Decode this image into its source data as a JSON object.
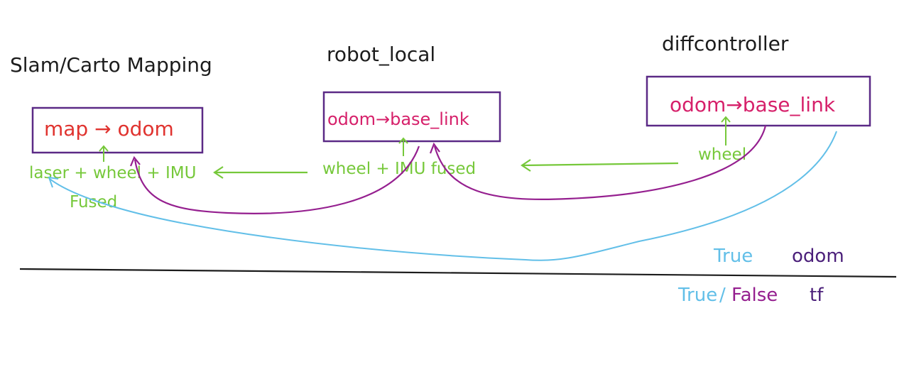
{
  "colors": {
    "box_border": "#5b2a86",
    "red": "#e0332f",
    "pink": "#d6206a",
    "green": "#76c83a",
    "purple": "#951f8f",
    "blue": "#62bfe8",
    "dark_purple": "#4b1f7a",
    "black": "#1c1c1c"
  },
  "nodes": {
    "slam": {
      "title": "Slam/Carto Mapping",
      "box_text": "map → odom",
      "source_line1": "laser + wheel + IMU",
      "source_line2": "Fused"
    },
    "robot_local": {
      "title": "robot_local",
      "box_text": "odom→base_link",
      "source": "wheel + IMU fused"
    },
    "diffcontroller": {
      "title": "diffcontroller",
      "box_text": "odom→base_link",
      "source": "wheel"
    }
  },
  "legend": {
    "above_left": "True",
    "above_right": "odom",
    "below_left": "True",
    "below_slash": "/",
    "below_mid": "False",
    "below_right": "tf"
  }
}
